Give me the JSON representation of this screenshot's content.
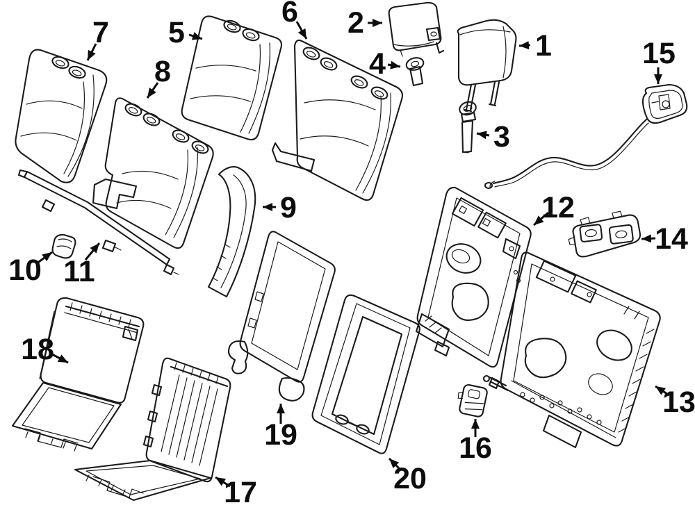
{
  "diagram": {
    "kind": "exploded parts line drawing",
    "subject": "rear seat back and cushion components",
    "background_color": "#ffffff",
    "line_color": "#1b1b1b",
    "callout_color": "#0d0d0d"
  },
  "callouts": [
    {
      "number": "1"
    },
    {
      "number": "2"
    },
    {
      "number": "3"
    },
    {
      "number": "4"
    },
    {
      "number": "5"
    },
    {
      "number": "6"
    },
    {
      "number": "7"
    },
    {
      "number": "8"
    },
    {
      "number": "9"
    },
    {
      "number": "10"
    },
    {
      "number": "11"
    },
    {
      "number": "12"
    },
    {
      "number": "13"
    },
    {
      "number": "14"
    },
    {
      "number": "15"
    },
    {
      "number": "16"
    },
    {
      "number": "17"
    },
    {
      "number": "18"
    },
    {
      "number": "19"
    },
    {
      "number": "20"
    }
  ]
}
